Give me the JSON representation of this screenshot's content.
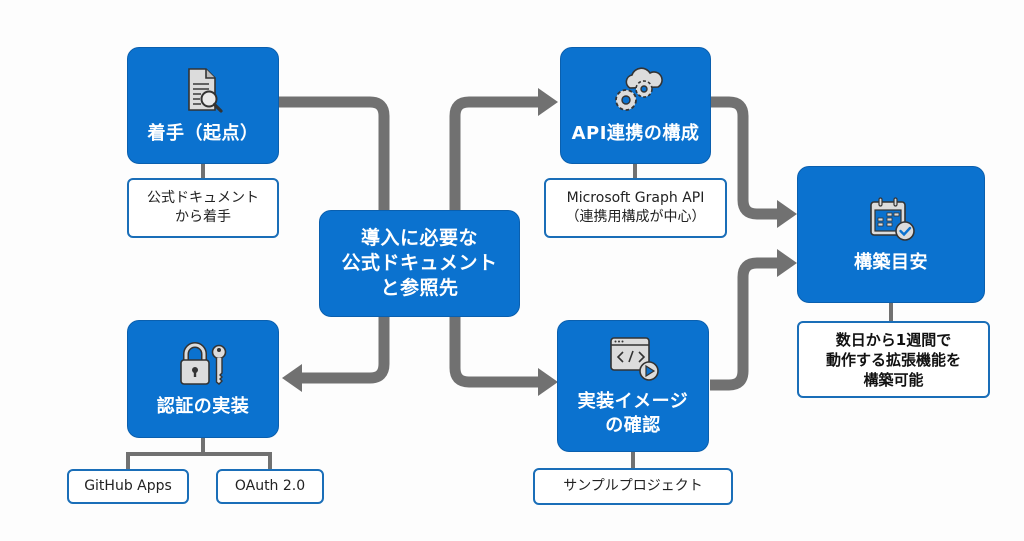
{
  "diagram": {
    "center": {
      "title": "導入に必要な\n公式ドキュメント\nと参照先"
    },
    "nodes": [
      {
        "id": "start",
        "title": "着手（起点）",
        "icon": "document-search-icon",
        "note": "公式ドキュメント\nから着手"
      },
      {
        "id": "auth",
        "title": "認証の実装",
        "icon": "lock-key-icon",
        "notes": [
          "GitHub Apps",
          "OAuth 2.0"
        ]
      },
      {
        "id": "api",
        "title": "API連携の構成",
        "icon": "cloud-gears-icon",
        "note": "Microsoft Graph API\n（連携用構成が中心）"
      },
      {
        "id": "sample",
        "title": "実装イメージ\nの確認",
        "icon": "code-window-play-icon",
        "note": "サンプルプロジェクト"
      },
      {
        "id": "estimate",
        "title": "構築目安",
        "icon": "calendar-check-icon",
        "note": "数日から1週間で\n動作する拡張機能を\n構築可能"
      }
    ],
    "colors": {
      "node_fill": "#0b72cf",
      "node_text": "#ffffff",
      "note_border": "#1a6eb8",
      "connector": "#717171",
      "background": "#fdfdfd"
    }
  }
}
